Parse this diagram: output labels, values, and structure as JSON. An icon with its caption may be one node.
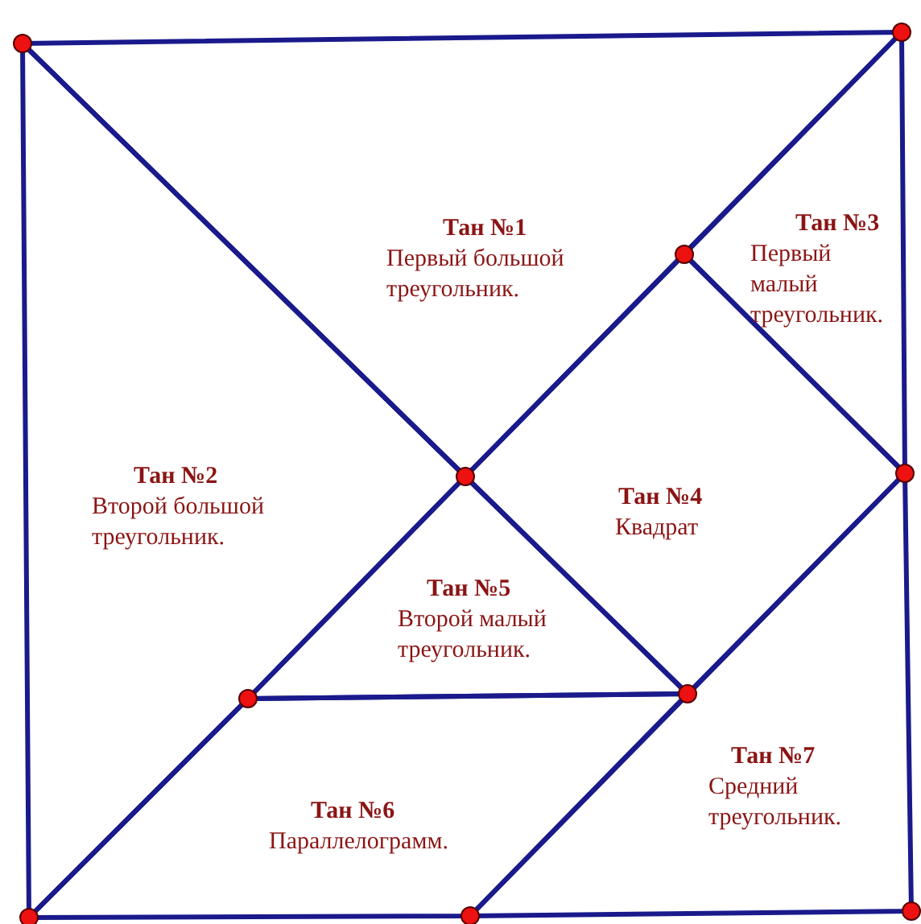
{
  "diagram": {
    "nodes": [
      {
        "text": [
          "Тан №1",
          "Первый большой треугольник."
        ]
      },
      {
        "text": [
          "Тан №2",
          "Второй большой треугольник."
        ]
      },
      {
        "text": [
          "Тан №3",
          "Первый малый треугольник."
        ]
      },
      {
        "text": [
          "Тан №4",
          "Квадрат"
        ]
      },
      {
        "text": [
          "Тан №5",
          "Второй малый треугольник."
        ]
      },
      {
        "text": [
          "Тан №6",
          "Параллелограмм."
        ]
      },
      {
        "text": [
          "Тан №7",
          "Средний треугольник."
        ]
      }
    ]
  }
}
